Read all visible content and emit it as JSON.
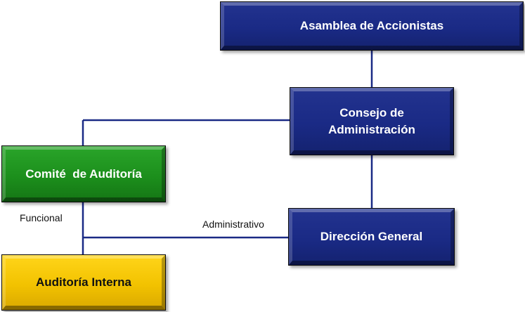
{
  "nodes": {
    "asamblea": {
      "label": "Asamblea de Accionistas"
    },
    "consejo": {
      "label": "Consejo de Administración"
    },
    "comite": {
      "label": "Comité  de Auditoría"
    },
    "direccion": {
      "label": "Dirección General"
    },
    "auditoria_interna": {
      "label": "Auditoría Interna"
    }
  },
  "edge_labels": {
    "funcional": "Funcional",
    "administrativo": "Administrativo"
  },
  "colors": {
    "blue_box": "#1a2a85",
    "green_box": "#1c8f1c",
    "yellow_box": "#f2c200",
    "connector": "#1a2a85"
  }
}
